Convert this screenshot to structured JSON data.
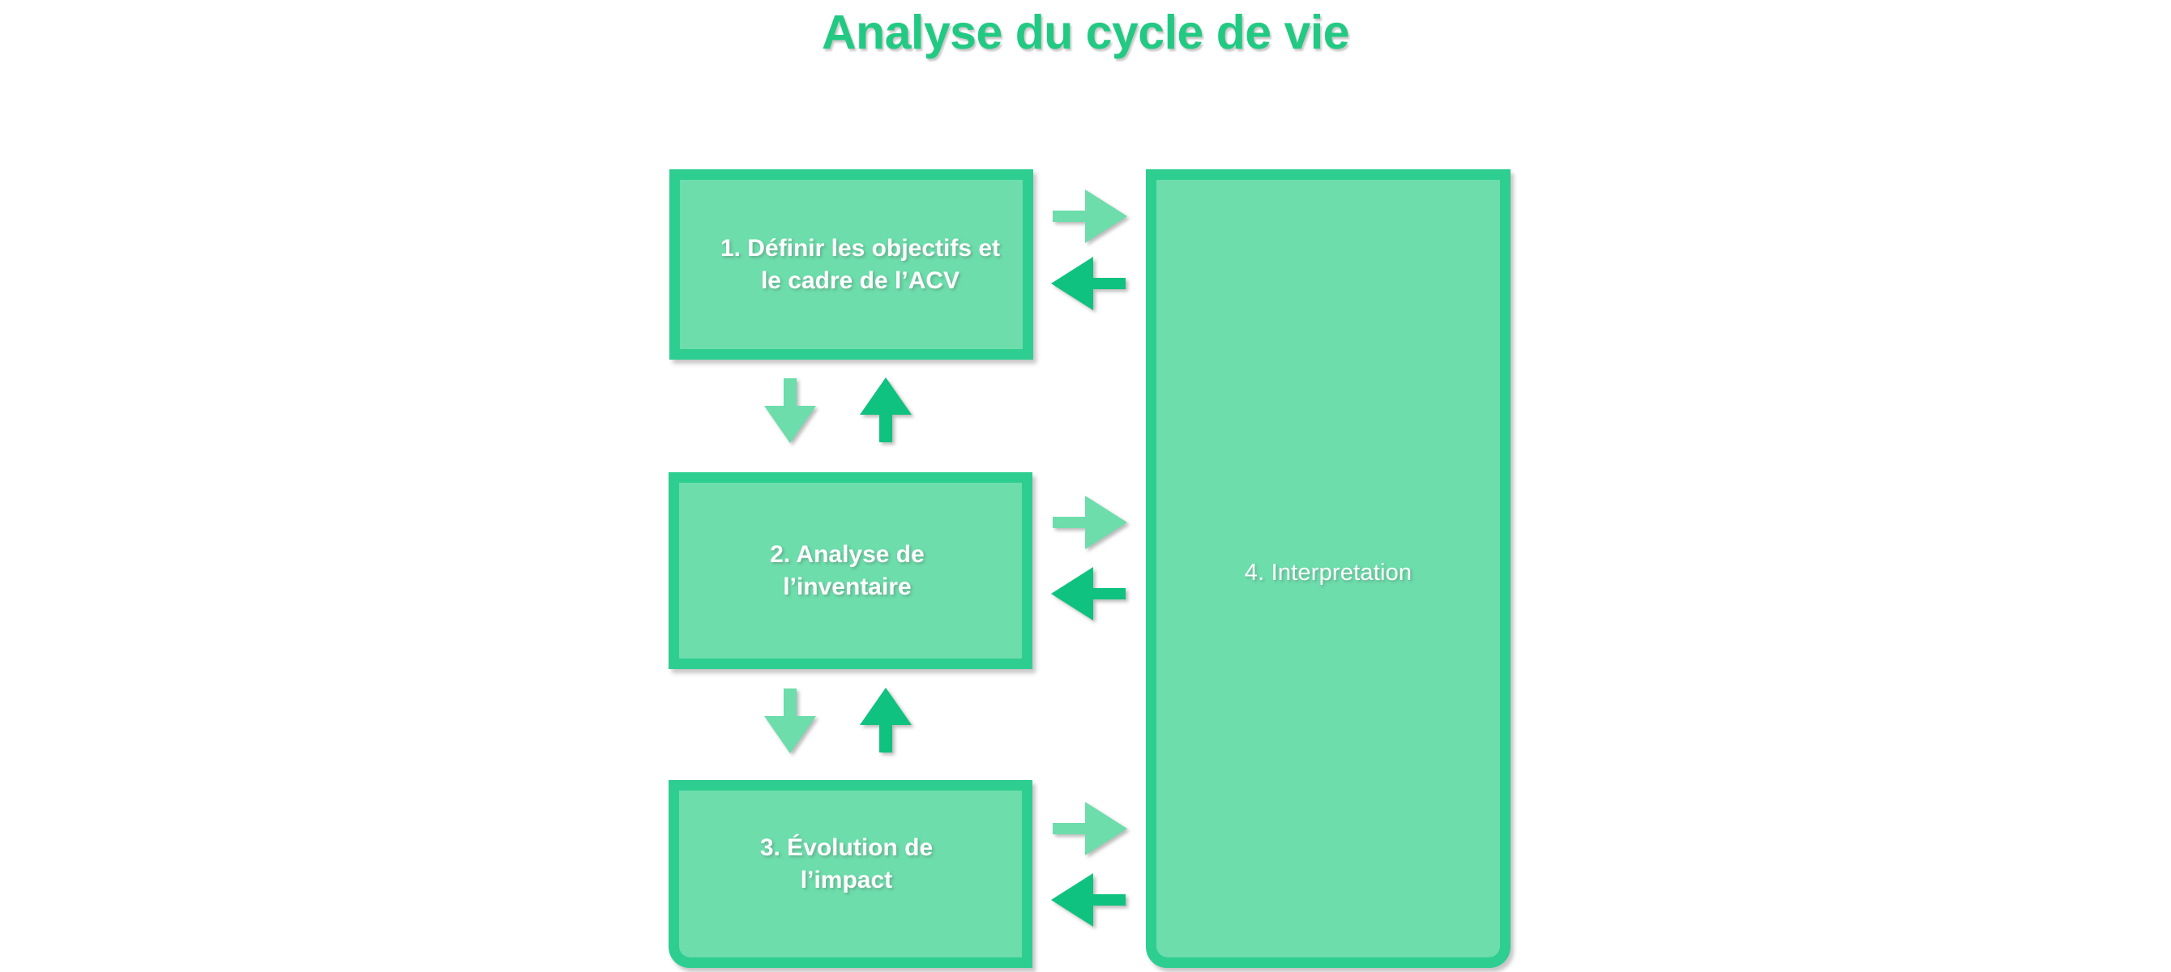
{
  "page": {
    "title": "Analyse du cycle de vie",
    "background_color": "#FFFFFF",
    "title_color": "#22C982"
  },
  "colors": {
    "box_border_green": "#2ECE91",
    "box_fill_green": "#6CDDAB",
    "arrow_light_green": "#6CDDAB",
    "arrow_dark_green": "#0FC27F",
    "label_text": "#FFFFFF"
  },
  "diagram": {
    "type": "flowchart",
    "boxes": [
      {
        "id": "box-1",
        "number": "1.",
        "label": "1.  Définir les objectifs et\nle cadre de l’ACV"
      },
      {
        "id": "box-2",
        "number": "2.",
        "label": "2. Analyse de\nl’inventaire"
      },
      {
        "id": "box-3",
        "number": "3.",
        "label": "3. Évolution de\nl’impact"
      },
      {
        "id": "box-4",
        "number": "4.",
        "label": "4. Interpretation"
      }
    ],
    "arrows": [
      {
        "id": "arrow-r-1",
        "icon": "arrow-right-icon",
        "direction": "right",
        "shade": "light",
        "from": "box-1",
        "to": "box-4"
      },
      {
        "id": "arrow-l-1",
        "icon": "arrow-left-icon",
        "direction": "left",
        "shade": "dark",
        "from": "box-4",
        "to": "box-1"
      },
      {
        "id": "arrow-r-2",
        "icon": "arrow-right-icon",
        "direction": "right",
        "shade": "light",
        "from": "box-2",
        "to": "box-4"
      },
      {
        "id": "arrow-l-2",
        "icon": "arrow-left-icon",
        "direction": "left",
        "shade": "dark",
        "from": "box-4",
        "to": "box-2"
      },
      {
        "id": "arrow-r-3",
        "icon": "arrow-right-icon",
        "direction": "right",
        "shade": "light",
        "from": "box-3",
        "to": "box-4"
      },
      {
        "id": "arrow-l-3",
        "icon": "arrow-left-icon",
        "direction": "left",
        "shade": "dark",
        "from": "box-4",
        "to": "box-3"
      },
      {
        "id": "arrow-d-1",
        "icon": "arrow-down-icon",
        "direction": "down",
        "shade": "light",
        "from": "box-1",
        "to": "box-2"
      },
      {
        "id": "arrow-u-1",
        "icon": "arrow-up-icon",
        "direction": "up",
        "shade": "dark",
        "from": "box-2",
        "to": "box-1"
      },
      {
        "id": "arrow-d-2",
        "icon": "arrow-down-icon",
        "direction": "down",
        "shade": "light",
        "from": "box-2",
        "to": "box-3"
      },
      {
        "id": "arrow-u-2",
        "icon": "arrow-up-icon",
        "direction": "up",
        "shade": "dark",
        "from": "box-3",
        "to": "box-2"
      }
    ]
  }
}
